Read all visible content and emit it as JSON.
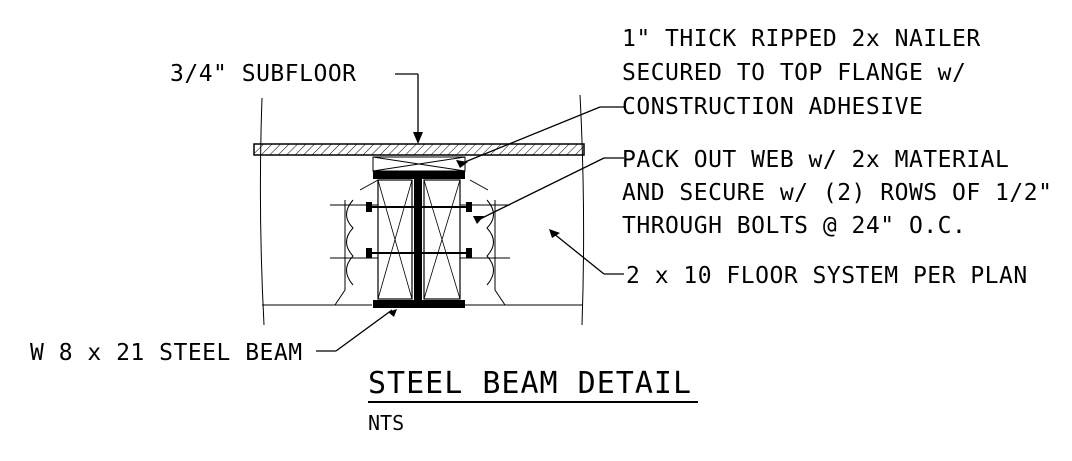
{
  "labels": {
    "subfloor": "3/4\" SUBFLOOR",
    "nailer_1": "1\" THICK RIPPED 2x NAILER",
    "nailer_2": "SECURED TO TOP FLANGE w/",
    "nailer_3": "CONSTRUCTION ADHESIVE",
    "packout_1": "PACK OUT WEB w/ 2x MATERIAL",
    "packout_2": "AND SECURE w/ (2) ROWS OF 1/2\"",
    "packout_3": "THROUGH BOLTS @ 24\" O.C.",
    "floor_system": "2 x 10 FLOOR SYSTEM PER PLAN",
    "beam": "W 8 x 21 STEEL BEAM"
  },
  "title": {
    "main": "STEEL BEAM DETAIL",
    "scale": "NTS"
  }
}
